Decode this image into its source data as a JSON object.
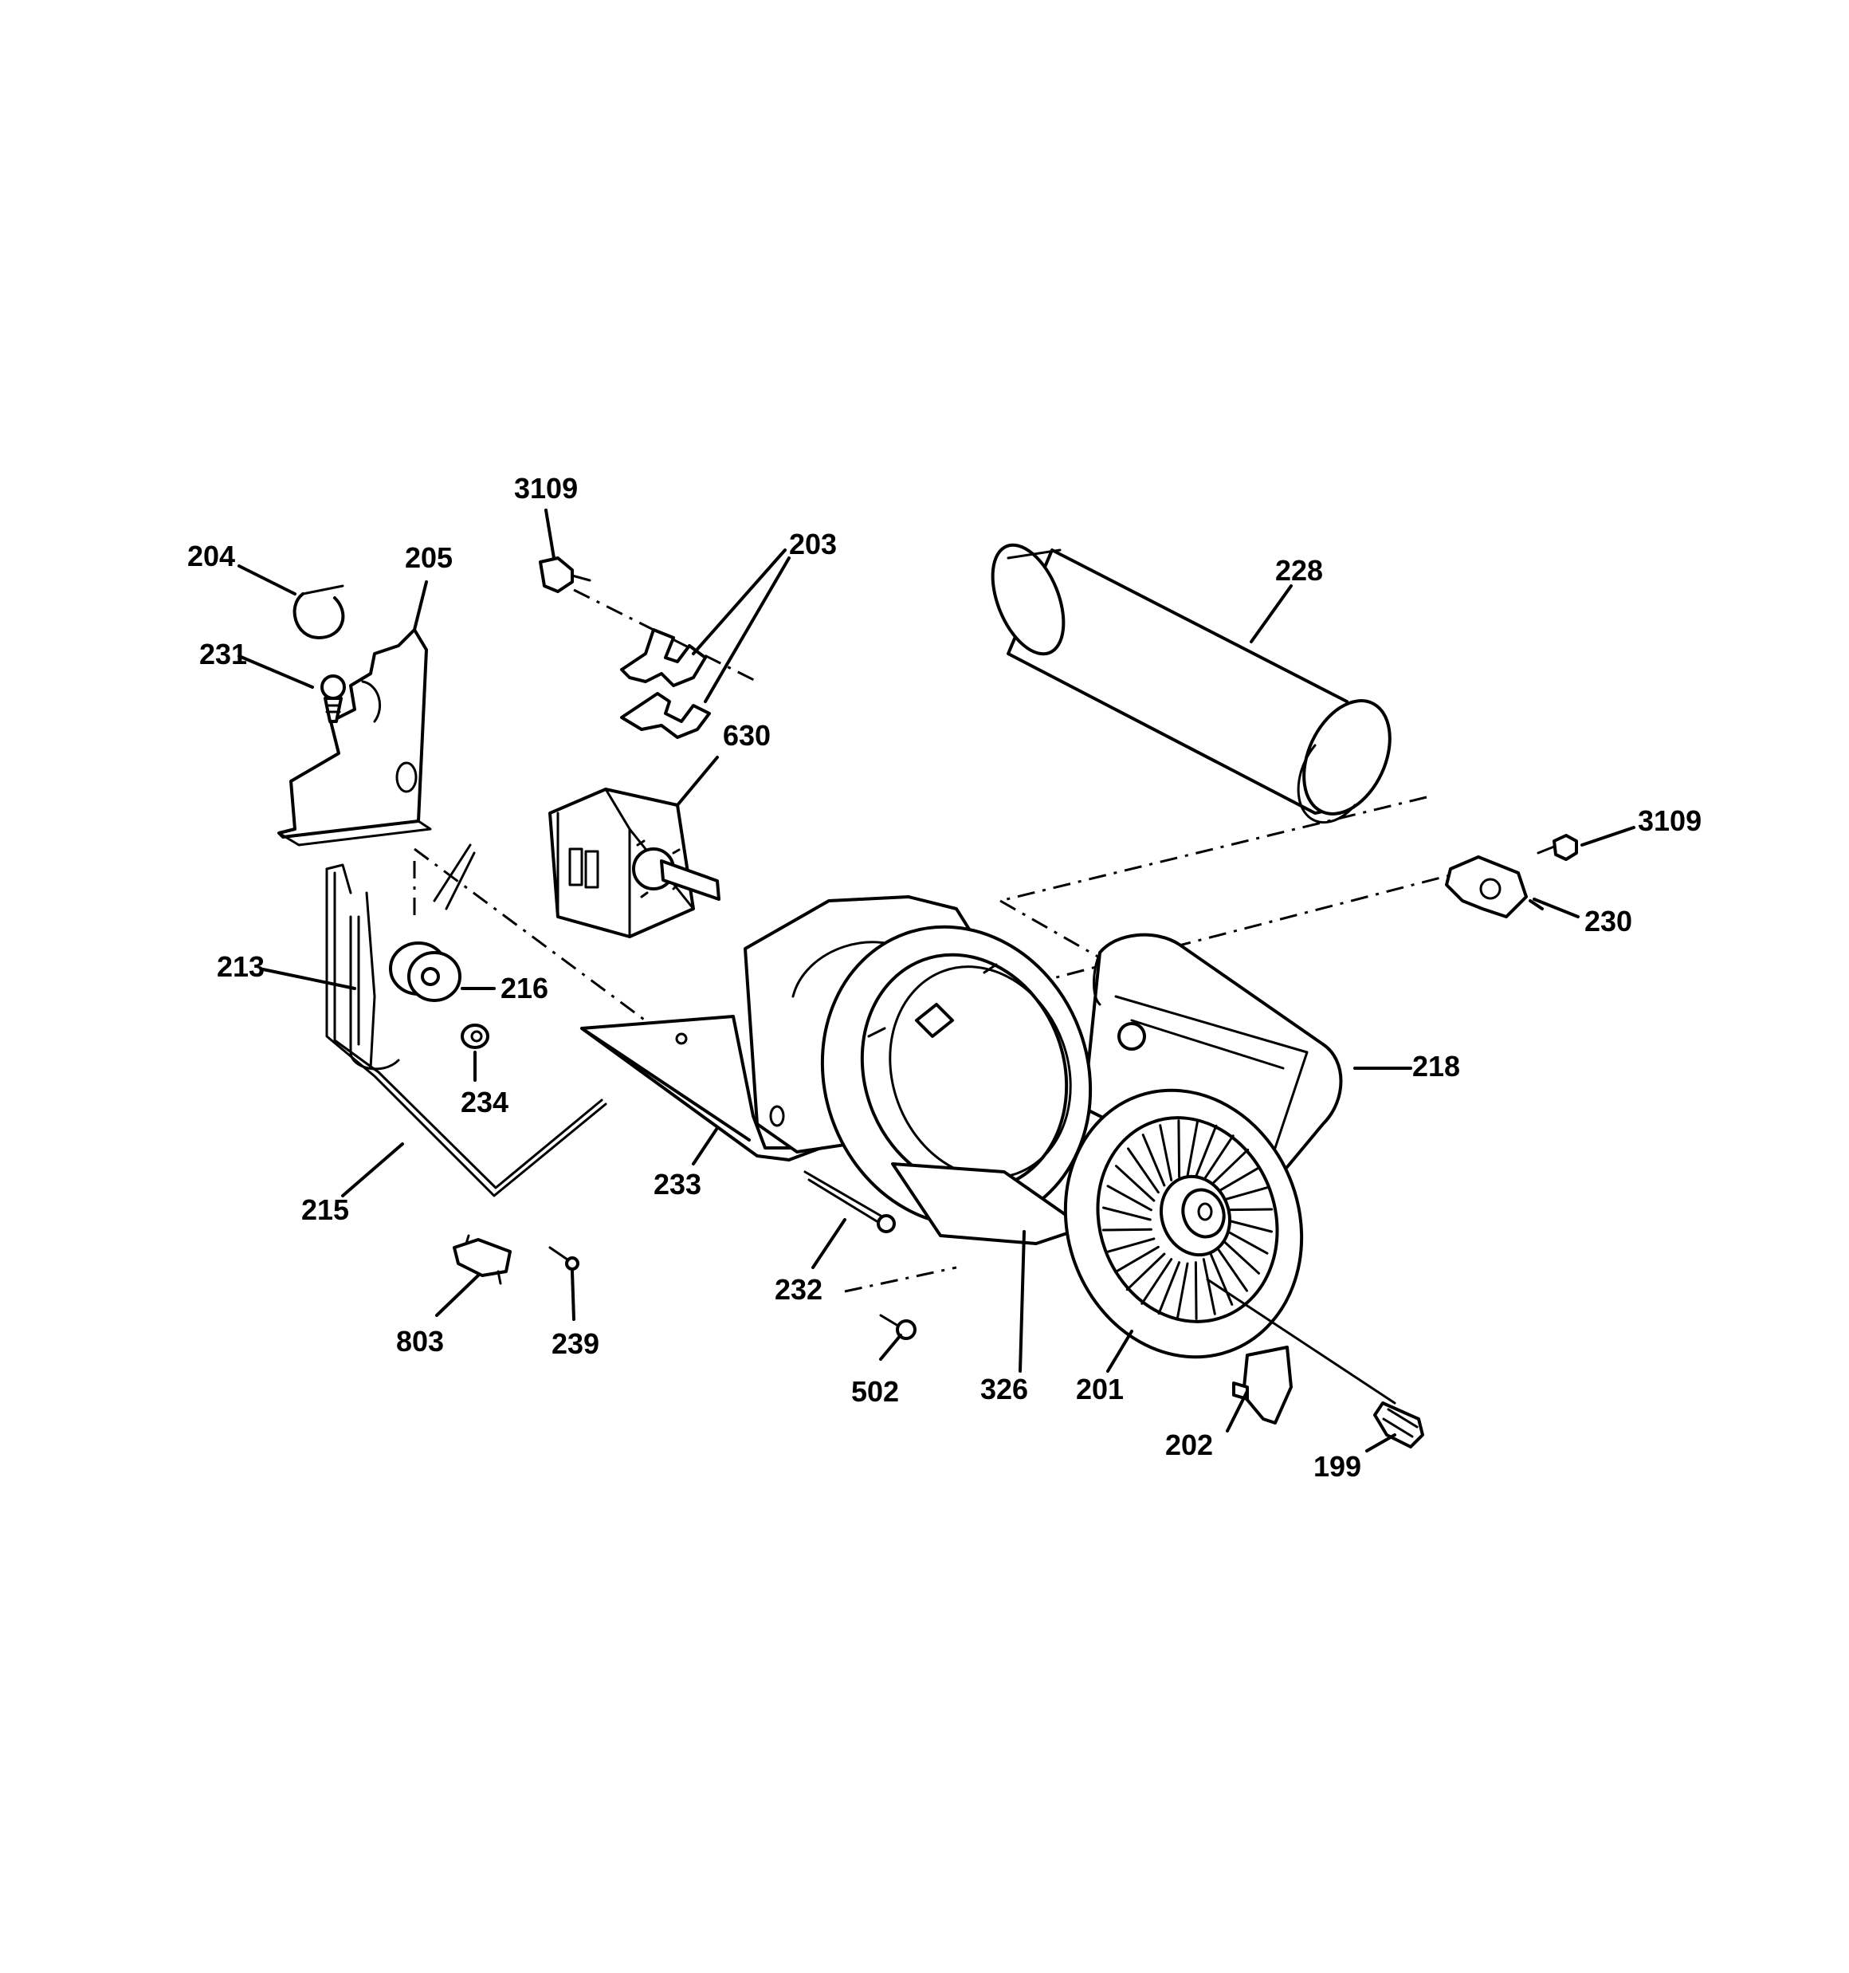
{
  "diagram": {
    "callouts": {
      "p199": "199",
      "p201": "201",
      "p202": "202",
      "p203": "203",
      "p204": "204",
      "p205": "205",
      "p213": "213",
      "p215": "215",
      "p216": "216",
      "p218": "218",
      "p228": "228",
      "p230": "230",
      "p231": "231",
      "p232": "232",
      "p233": "233",
      "p234": "234",
      "p239": "239",
      "p326": "326",
      "p502": "502",
      "p630": "630",
      "p803": "803",
      "p3109_top": "3109",
      "p3109_right": "3109"
    }
  }
}
